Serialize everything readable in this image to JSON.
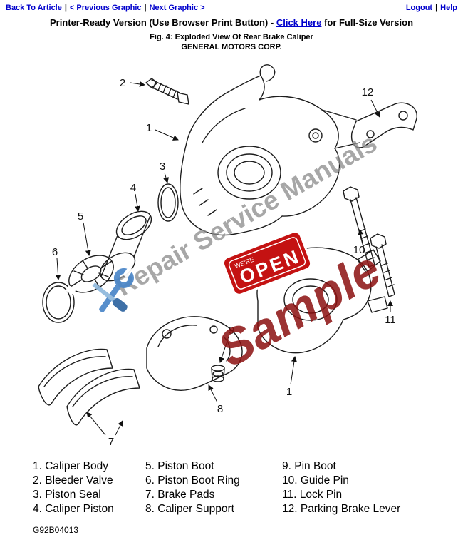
{
  "nav": {
    "back_to_article": "Back To Article",
    "previous_graphic": "< Previous Graphic",
    "next_graphic": "Next Graphic >",
    "logout": "Logout",
    "help": "Help",
    "separator": "|"
  },
  "header": {
    "printer_line_prefix": "Printer-Ready Version (Use Browser Print Button) -",
    "click_here_label": "Click Here",
    "printer_line_suffix": "for Full-Size Version",
    "figure_caption": "Fig. 4: Exploded View Of Rear Brake Caliper",
    "company_name": "GENERAL MOTORS CORP."
  },
  "diagram": {
    "callouts": {
      "caliper_body": "1",
      "bleeder_valve": "2",
      "piston_seal": "3",
      "caliper_piston": "4",
      "piston_boot": "5",
      "piston_boot_ring": "6",
      "brake_pads": "7",
      "caliper_support": "8",
      "pin_boot": "9",
      "guide_pin": "10",
      "lock_pin": "11",
      "parking_brake_lever": "12",
      "assembly": "1"
    }
  },
  "watermark": {
    "brand_text": "Repair Service Manuals",
    "sample_text": "Sample",
    "sign_small_text": "WE'RE",
    "sign_main_text": "OPEN",
    "brand_color": "#8f8f8f",
    "sample_color": "#8b1010",
    "sign_color": "#c41212"
  },
  "legend": {
    "col1": [
      "1. Caliper Body",
      "2. Bleeder Valve",
      "3. Piston Seal",
      "4. Caliper Piston"
    ],
    "col2": [
      "5. Piston Boot",
      "6. Piston Boot Ring",
      "7. Brake Pads",
      "8. Caliper Support"
    ],
    "col3": [
      "9. Pin Boot",
      "10. Guide Pin",
      "11. Lock Pin",
      "12. Parking Brake Lever"
    ]
  },
  "footer": {
    "document_code": "G92B04013"
  }
}
